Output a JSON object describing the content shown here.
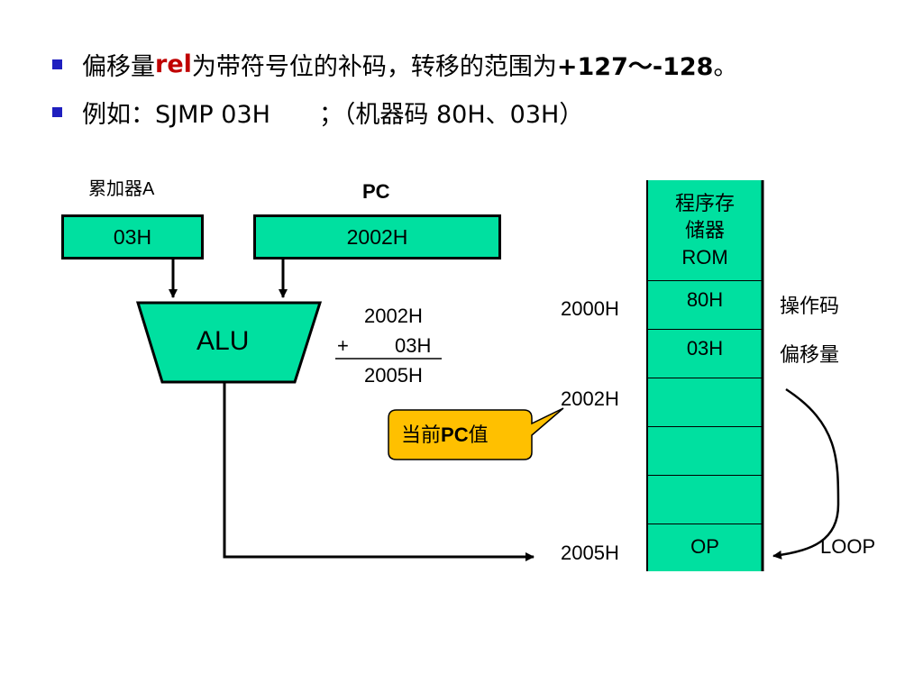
{
  "bullets": [
    {
      "part1": "偏移量 ",
      "rel": "rel",
      "part2": " 为带符号位的补码，转移的范围为",
      "range": "+127～-128",
      "end": "。"
    },
    {
      "text": "例如：SJMP 03H　　；（机器码  80H、03H）"
    }
  ],
  "registers": {
    "acc_label": "累加器A",
    "acc_value": "03H",
    "pc_label": "PC",
    "pc_value": "2002H"
  },
  "alu": {
    "label": "ALU",
    "line1": "2002H",
    "plus": "+",
    "line2": "03H",
    "result": "2005H"
  },
  "callout": {
    "text_cn": "当前",
    "text_pc": "PC",
    "text_val": "值"
  },
  "memory": {
    "title_line1": "程序存",
    "title_line2": "储器",
    "title_line3": "ROM",
    "cells": [
      "80H",
      "03H",
      "",
      "",
      "",
      "OP"
    ],
    "addresses": [
      "2000H",
      "2002H",
      "2005H"
    ],
    "annotations": [
      "操作码",
      "偏移量"
    ],
    "loop_label": "LOOP"
  },
  "colors": {
    "teal": "#00e0a0",
    "callout": "#ffc000",
    "bullet": "#1f1fbf",
    "rel": "#c00000"
  }
}
